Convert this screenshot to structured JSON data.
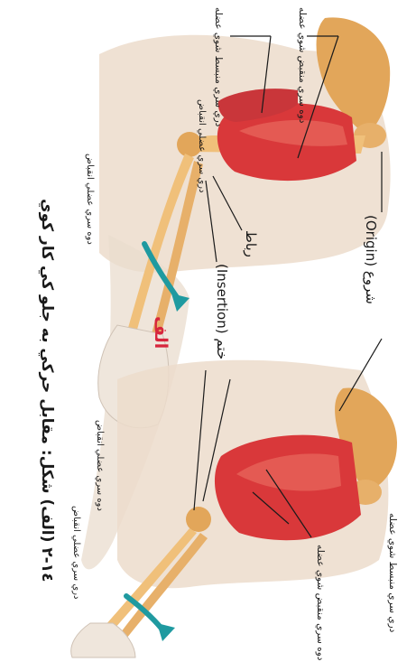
{
  "figure": {
    "caption": "۲-۱٤ (الف) شكل: مقابل حركي به جلو كي كار كوي",
    "panel_label": "الف",
    "colors": {
      "muscle": "#d9383a",
      "bone": "#e8b46a",
      "skin": "#ead9c8",
      "arrow": "#1f9aa0",
      "panel_label": "#d7263d"
    }
  },
  "labels": {
    "origin": "شروع (Origin)",
    "insertion": "ختم (Insertion)",
    "ligament": "رباط",
    "top_flexor": "دوه سري منقبض شوي عضله",
    "top_extensor": "دري سري منبسط شوي عضله",
    "top_biceps_contract": "دري سري عضلي انقباض",
    "top_triceps_contract": "دوه سري عضلي انقباض",
    "bottom_triceps": "دري سري منبسط شوي عضله",
    "bottom_biceps": "دوه سري منقبض شوي عضله",
    "bottom_contract": "دوه سري عضلي انقباض",
    "bottom_contract2": "دري سري عضلي انقباض"
  }
}
